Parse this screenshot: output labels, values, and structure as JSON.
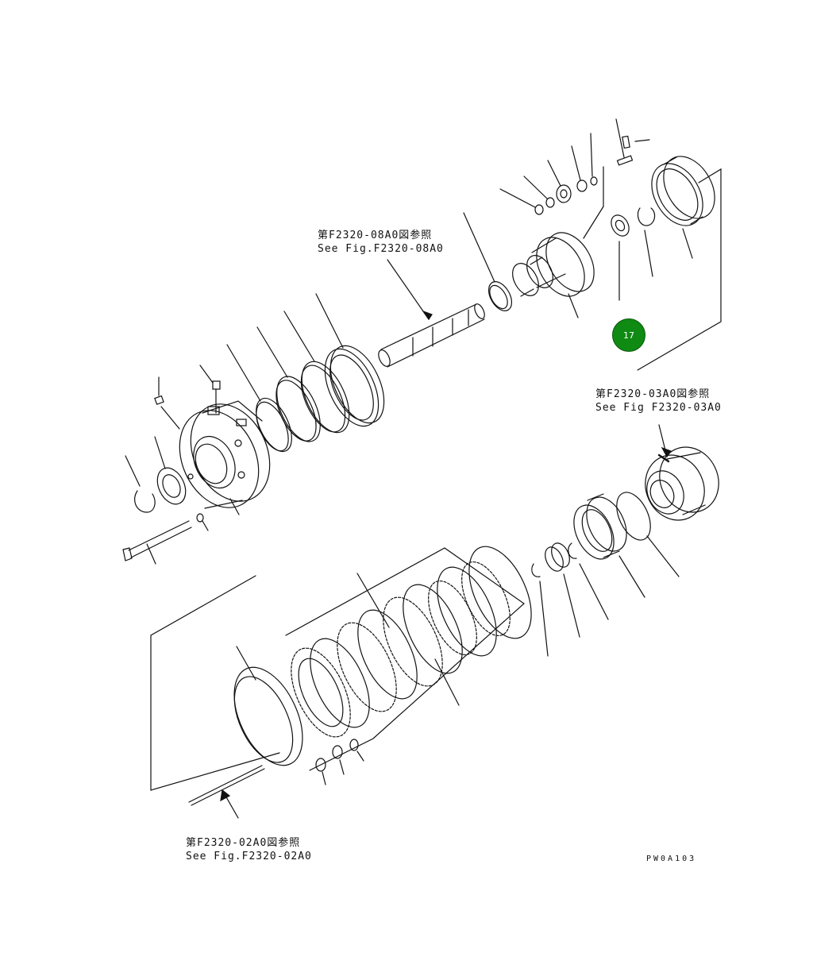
{
  "references": {
    "ref_08a0": {
      "line_jp": "第F2320-08A0図参照",
      "line_en": "See Fig.F2320-08A0"
    },
    "ref_03a0": {
      "line_jp": "第F2320-03A0図参照",
      "line_en": "See Fig F2320-03A0"
    },
    "ref_02a0": {
      "line_jp": "第F2320-02A0図参照",
      "line_en": "See Fig.F2320-02A0"
    }
  },
  "drawing_code": "PW0A103",
  "callout": {
    "label": "17",
    "color": "#0f8a12"
  }
}
